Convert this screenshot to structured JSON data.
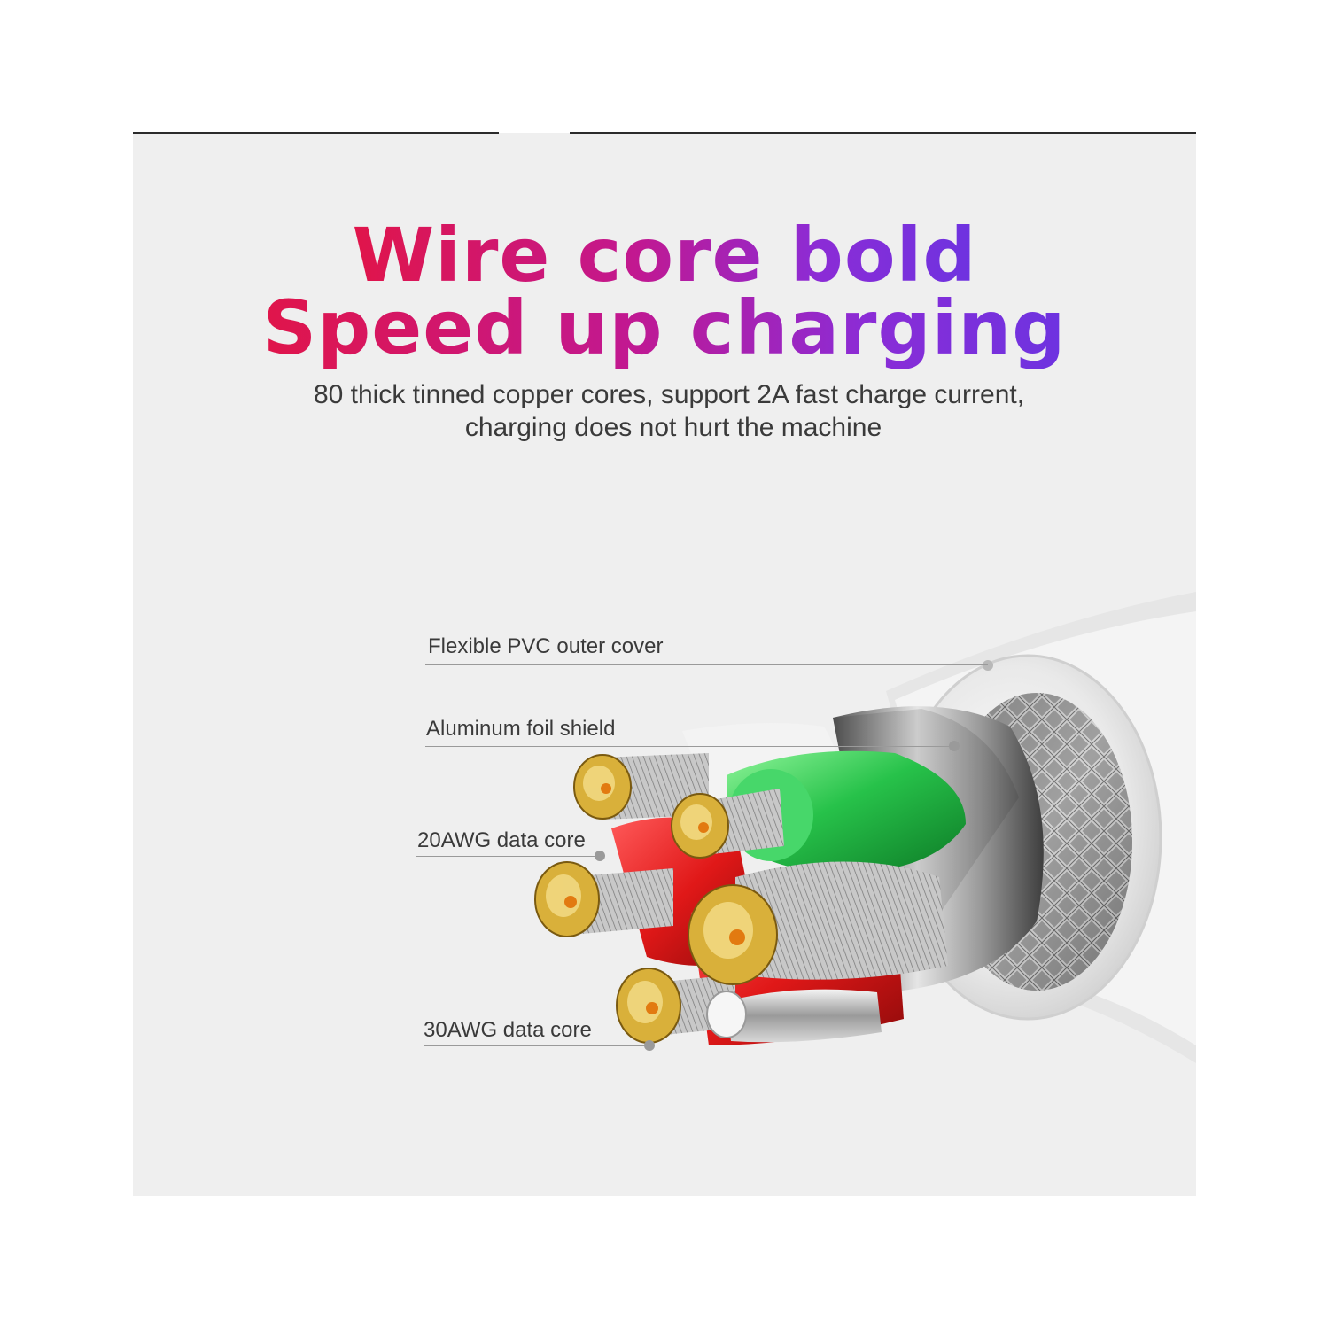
{
  "headline": {
    "line1": "Wire core bold",
    "line2": "Speed up charging"
  },
  "subtext": {
    "line1": "80 thick tinned copper cores, support 2A fast charge current,",
    "line2": "charging does not hurt the machine"
  },
  "callouts": {
    "outer_cover": "Flexible PVC outer cover",
    "foil_shield": "Aluminum foil shield",
    "core_20awg": "20AWG data core",
    "core_30awg": "30AWG data core"
  },
  "colors": {
    "gradient_start": "#e0154a",
    "gradient_mid": "#c21890",
    "gradient_end": "#6d33e0",
    "background": "#efefef",
    "green_core": "#27c24a",
    "red_core": "#e01818",
    "copper_gold": "#d9b03a"
  },
  "icons": {
    "cable": "cable-cross-section-illustration"
  }
}
